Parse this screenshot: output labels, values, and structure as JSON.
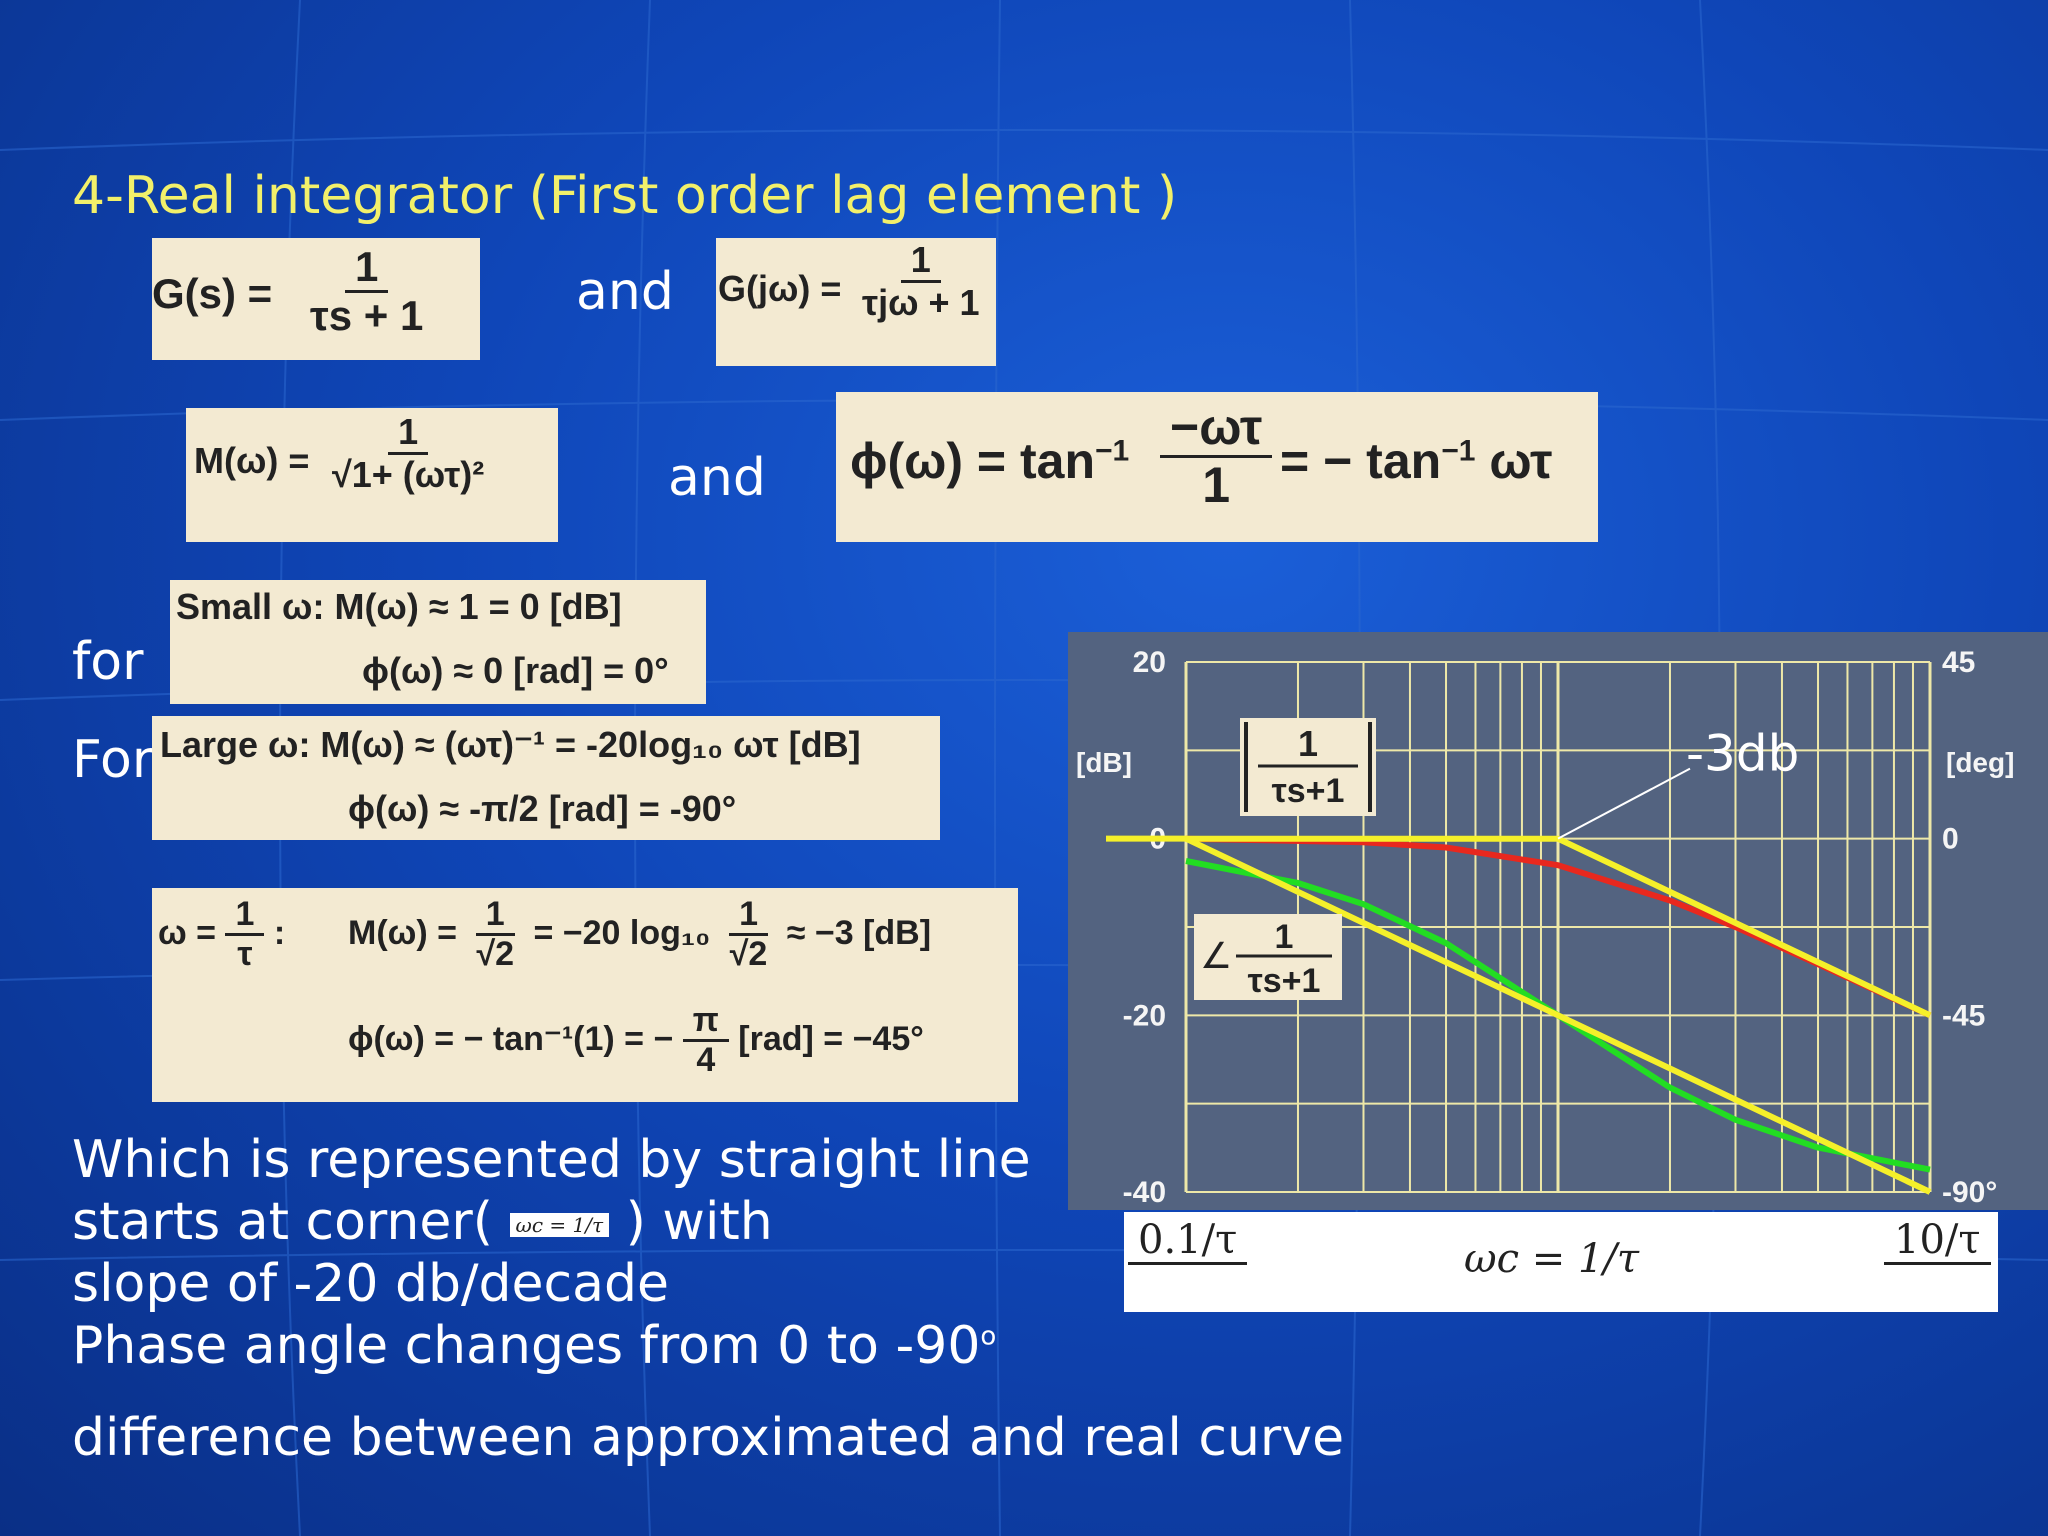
{
  "slide": {
    "title": "4-Real integrator (First order lag element )",
    "and_1": "and",
    "and_2": "and",
    "for_label": "for",
    "for2_label": "For",
    "eq_gs": {
      "lhs": "G(s) =",
      "num": "1",
      "den": "τs + 1"
    },
    "eq_gjw": {
      "lhs": "G(jω) =",
      "num": "1",
      "den": "τjω + 1"
    },
    "eq_mw": {
      "lhs": "M(ω) =",
      "num": "1",
      "den": "√1+ (ωτ)²"
    },
    "eq_phi": {
      "lhs": "ϕ(ω) = tan",
      "sup": "−1",
      "num": "−ωτ",
      "den": "1",
      "rhs": "= − tan",
      "rhs_sup": "−1",
      "rhs_tail": "ωτ"
    },
    "small": {
      "line1": "Small ω:  M(ω) ≈ 1 = 0 [dB]",
      "line2": "ϕ(ω) ≈ 0 [rad] = 0°"
    },
    "large": {
      "line1": "Large ω:  M(ω) ≈ (ωτ)⁻¹ = -20log₁₀ ωτ [dB]",
      "line2": "ϕ(ω) ≈ -π/2 [rad] = -90°"
    },
    "corner_eq": {
      "lhs_num": "1",
      "lhs_den": "τ",
      "lhs_prefix": "ω =",
      "lhs_suffix": ":",
      "m_prefix": "M(ω) =",
      "m_num": "1",
      "m_den": "√2",
      "m_mid": "= −20 log₁₀",
      "m_num2": "1",
      "m_den2": "√2",
      "m_tail": "≈ −3  [dB]",
      "p_prefix": "ϕ(ω) = − tan⁻¹(1) = −",
      "p_num": "π",
      "p_den": "4",
      "p_tail": "[rad] = −45°"
    },
    "body": {
      "line1": "Which  is represented by straight line",
      "line2a": " starts at corner(",
      "line2b": " ) with",
      "corner_small": "ωc = 1/τ",
      "line3": "slope of -20 db/decade",
      "line4": "Phase angle changes from 0 to -90",
      "line4_sup": "o",
      "line5": "difference between approximated and real curve"
    }
  },
  "chart_data": {
    "type": "line",
    "title": "",
    "xlabel": "",
    "x_scale": "log",
    "x_range_decades": [
      -1,
      1
    ],
    "left_axis": {
      "label": "[dB]",
      "ticks": [
        "20",
        "0",
        "-20",
        "-40"
      ],
      "range": [
        -40,
        20
      ]
    },
    "right_axis": {
      "label": "[deg]",
      "ticks": [
        "45",
        "0",
        "-45",
        "-90°"
      ],
      "range": [
        -90,
        45
      ]
    },
    "x_tick_labels": [
      "0.1/τ",
      "ωc = 1/τ",
      "10/τ"
    ],
    "annotations": {
      "minus3db": "-3db",
      "mag_label_num": "1",
      "mag_label_den": "τs+1",
      "phase_label_num": "1",
      "phase_label_den": "τs+1",
      "angle_symbol": "∠"
    },
    "colors": {
      "magnitude_real": "#e8281e",
      "phase_real": "#22dd22",
      "asymptote": "#f5f02a",
      "grid": "#eee8a8",
      "plot_bg": "#536380"
    },
    "series": [
      {
        "id": "magnitude_asymptote",
        "x": [
          0.1,
          1,
          10
        ],
        "y": [
          0,
          0,
          -20
        ]
      },
      {
        "id": "magnitude_real",
        "x": [
          0.1,
          0.3,
          0.5,
          1,
          2,
          3,
          5,
          10
        ],
        "y": [
          0,
          -0.4,
          -1,
          -3,
          -7,
          -10,
          -14.2,
          -20
        ]
      },
      {
        "id": "phase_asymptote",
        "x": [
          0.1,
          1,
          10
        ],
        "y": [
          0,
          -45,
          -90
        ]
      },
      {
        "id": "phase_real",
        "x": [
          0.1,
          0.2,
          0.3,
          0.5,
          1,
          2,
          3,
          5,
          10
        ],
        "y": [
          -5.7,
          -11.3,
          -16.7,
          -26.6,
          -45,
          -63.4,
          -71.6,
          -78.7,
          -84.3
        ]
      }
    ]
  }
}
